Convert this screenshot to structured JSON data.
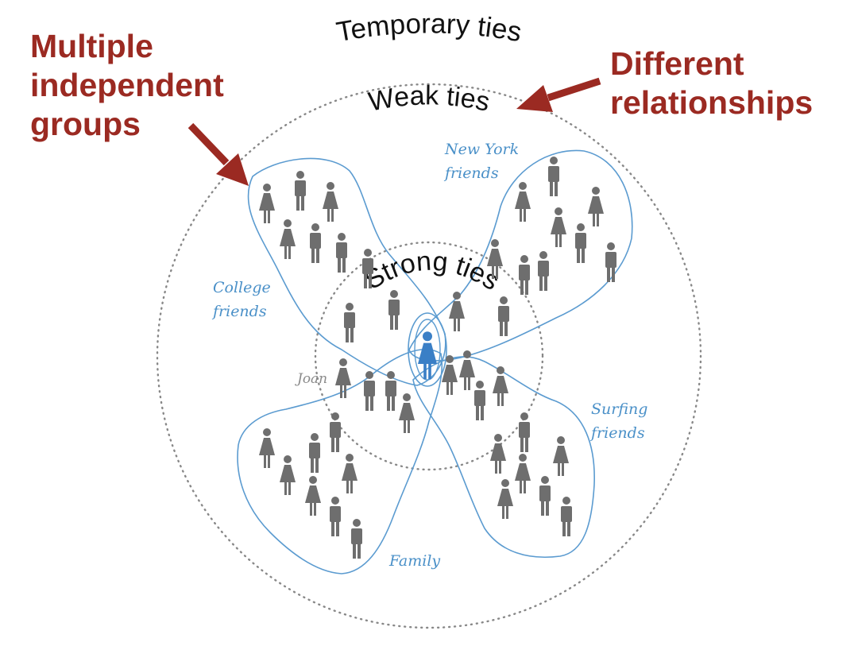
{
  "callouts": {
    "groups": [
      "Multiple",
      "independent",
      "groups"
    ],
    "relationships": [
      "Different",
      "relationships"
    ]
  },
  "rings": {
    "temporary": "Temporary ties",
    "weak": "Weak ties",
    "strong": "Strong ties"
  },
  "groups": {
    "college": [
      "College",
      "friends"
    ],
    "new_york": [
      "New York",
      "friends"
    ],
    "surfing": [
      "Surfing",
      "friends"
    ],
    "family": "Family"
  },
  "people": {
    "joan": "Joan"
  },
  "colors": {
    "callout": "#9b2a22",
    "group_outline": "#5b9bd0",
    "group_label": "#4a90c8",
    "person": "#6e6e6e",
    "center_person": "#3a7fc6",
    "ring": "#888888"
  },
  "icons": {
    "person": "person-icon",
    "center_person": "center-person-icon",
    "arrow": "arrow-icon"
  }
}
